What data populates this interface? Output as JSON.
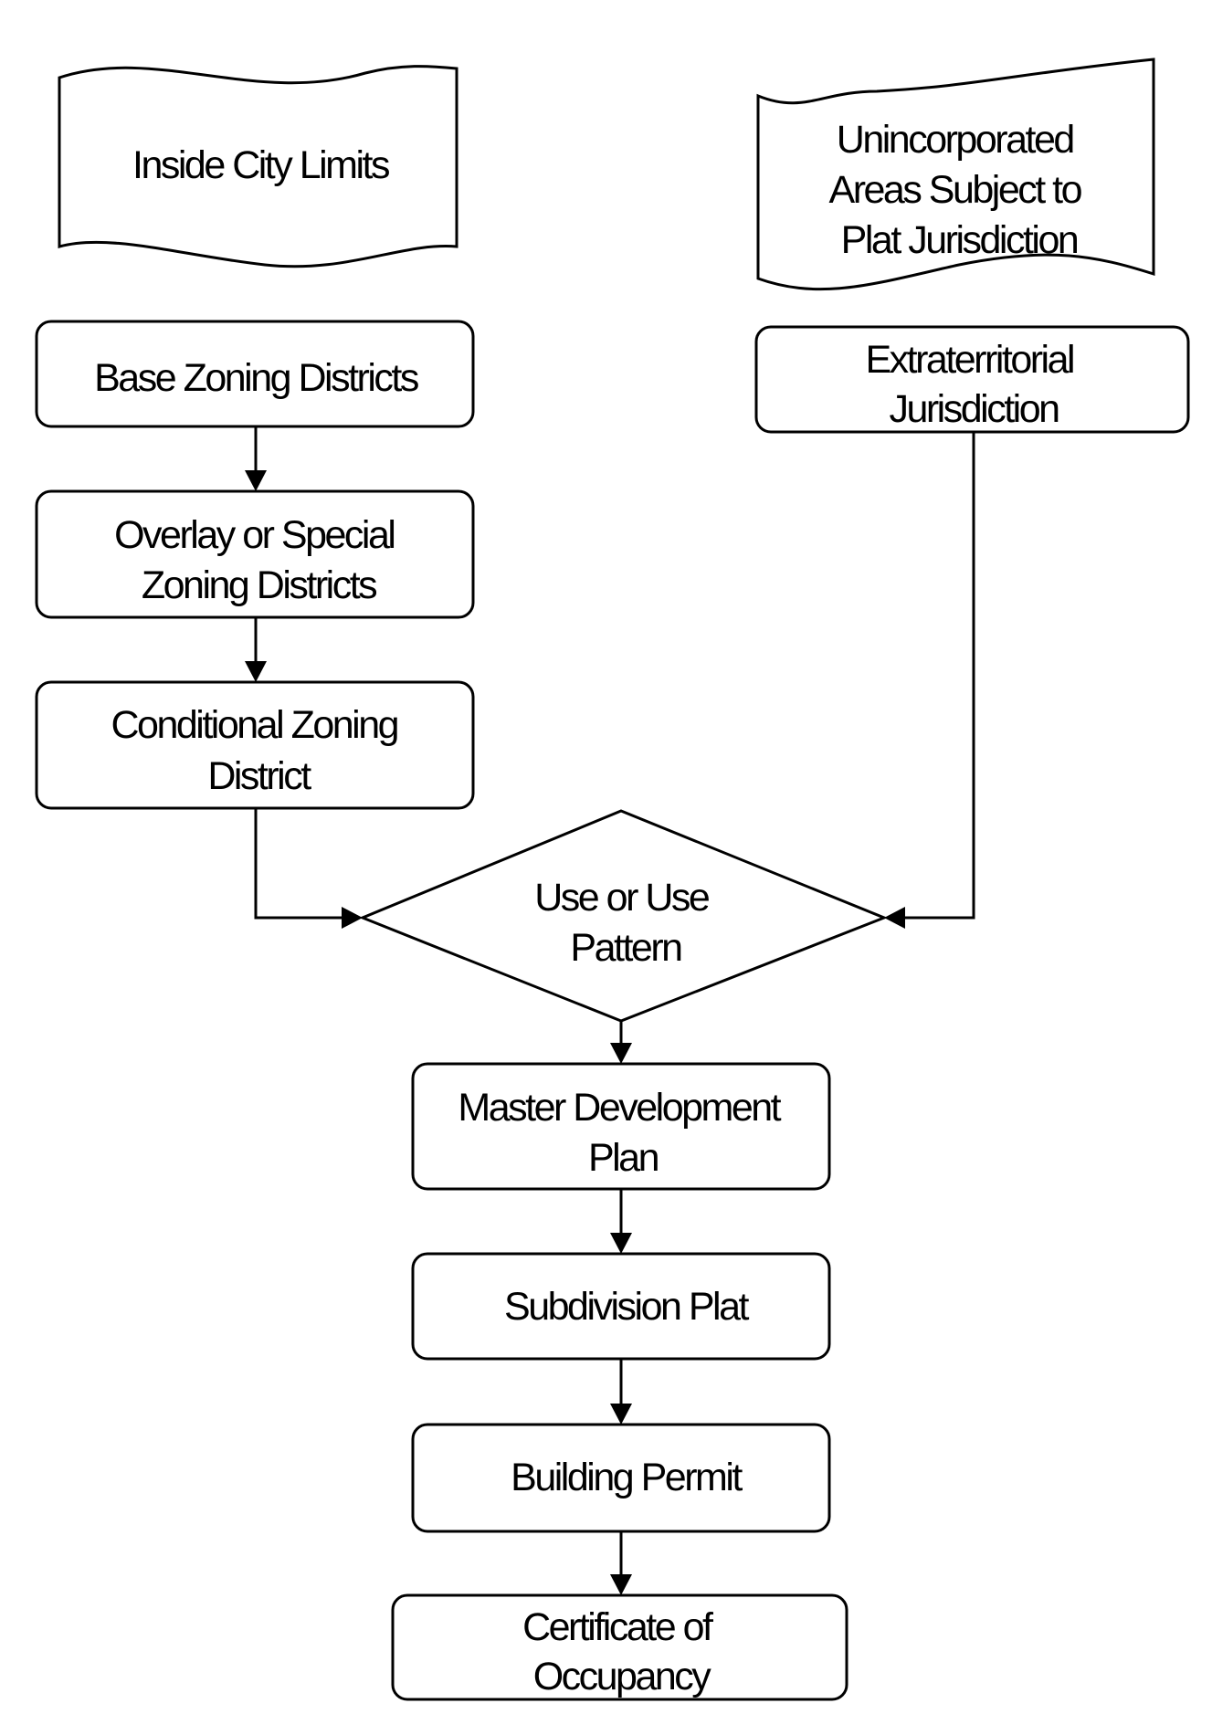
{
  "nodes": {
    "inside_city_limits": {
      "lines": [
        "Inside City Limits"
      ]
    },
    "unincorporated_areas": {
      "lines": [
        "Unincorporated",
        "Areas Subject to",
        "Plat Jurisdiction"
      ]
    },
    "base_zoning": {
      "lines": [
        "Base Zoning Districts"
      ]
    },
    "extraterritorial": {
      "lines": [
        "Extraterritorial",
        "Jurisdiction"
      ]
    },
    "overlay_zoning": {
      "lines": [
        "Overlay or Special",
        "Zoning Districts"
      ]
    },
    "conditional_zoning": {
      "lines": [
        "Conditional Zoning",
        "District"
      ]
    },
    "use_pattern": {
      "lines": [
        "Use or Use",
        "Pattern"
      ]
    },
    "master_plan": {
      "lines": [
        "Master Development",
        "Plan"
      ]
    },
    "subdivision_plat": {
      "lines": [
        "Subdivision Plat"
      ]
    },
    "building_permit": {
      "lines": [
        "Building Permit"
      ]
    },
    "certificate_occupancy": {
      "lines": [
        "Certificate of",
        "Occupancy"
      ]
    }
  },
  "edges": [
    {
      "from": "base_zoning",
      "to": "overlay_zoning"
    },
    {
      "from": "overlay_zoning",
      "to": "conditional_zoning"
    },
    {
      "from": "conditional_zoning",
      "to": "use_pattern"
    },
    {
      "from": "extraterritorial",
      "to": "use_pattern"
    },
    {
      "from": "use_pattern",
      "to": "master_plan"
    },
    {
      "from": "master_plan",
      "to": "subdivision_plat"
    },
    {
      "from": "subdivision_plat",
      "to": "building_permit"
    },
    {
      "from": "building_permit",
      "to": "certificate_occupancy"
    }
  ],
  "colors": {
    "stroke": "#000000",
    "fill": "#ffffff",
    "text": "#000000"
  }
}
